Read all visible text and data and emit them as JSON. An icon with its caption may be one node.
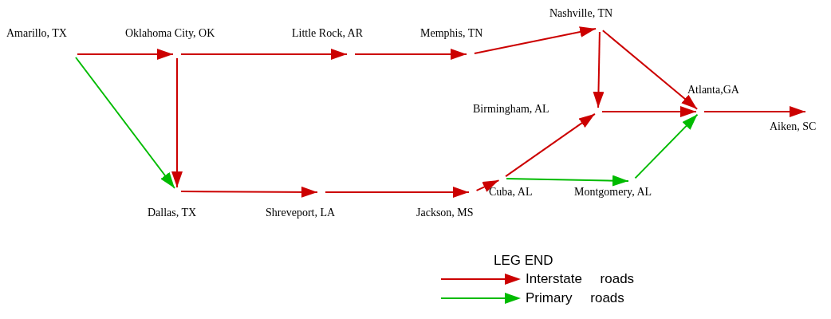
{
  "diagram": {
    "nodes": [
      {
        "text": [
          "Amarillo, TX"
        ]
      },
      {
        "text": [
          "Oklahoma City, OK"
        ]
      },
      {
        "text": [
          "Little Rock, AR"
        ]
      },
      {
        "text": [
          "Memphis, TN"
        ]
      },
      {
        "text": [
          "Nashville, TN"
        ]
      },
      {
        "text": [
          "Birmingham, AL"
        ]
      },
      {
        "text": [
          "Atlanta,GA"
        ]
      },
      {
        "text": [
          "Aiken, SC"
        ]
      },
      {
        "text": [
          "Dallas, TX"
        ]
      },
      {
        "text": [
          "Shreveport, LA"
        ]
      },
      {
        "text": [
          "Jackson, MS"
        ]
      },
      {
        "text": [
          "Cuba, AL"
        ]
      },
      {
        "text": [
          "Montgomery, AL"
        ]
      }
    ],
    "edges": [
      {
        "from": 0,
        "to": 1,
        "arrow": "to"
      },
      {
        "from": 1,
        "to": 2,
        "arrow": "to"
      },
      {
        "from": 2,
        "to": 3,
        "arrow": "to"
      },
      {
        "from": 3,
        "to": 4,
        "arrow": "to"
      },
      {
        "from": 4,
        "to": 5,
        "arrow": "to"
      },
      {
        "from": 4,
        "to": 6,
        "arrow": "to"
      },
      {
        "from": 5,
        "to": 6,
        "arrow": "to"
      },
      {
        "from": 6,
        "to": 7,
        "arrow": "to"
      },
      {
        "from": 0,
        "to": 8,
        "arrow": "to",
        "color": "#00bb00"
      },
      {
        "from": 1,
        "to": 8,
        "arrow": "to"
      },
      {
        "from": 8,
        "to": 9,
        "arrow": "to"
      },
      {
        "from": 9,
        "to": 10,
        "arrow": "to"
      },
      {
        "from": 10,
        "to": 11,
        "arrow": "to"
      },
      {
        "from": 11,
        "to": 5,
        "arrow": "to"
      },
      {
        "from": 11,
        "to": 12,
        "arrow": "to",
        "color": "#00bb00"
      },
      {
        "from": 12,
        "to": 6,
        "arrow": "to",
        "color": "#00bb00"
      }
    ],
    "labels": [
      "LEG END"
    ],
    "legend": [
      {
        "text": "Interstate roads"
      },
      {
        "text": "Primary roads"
      }
    ]
  }
}
